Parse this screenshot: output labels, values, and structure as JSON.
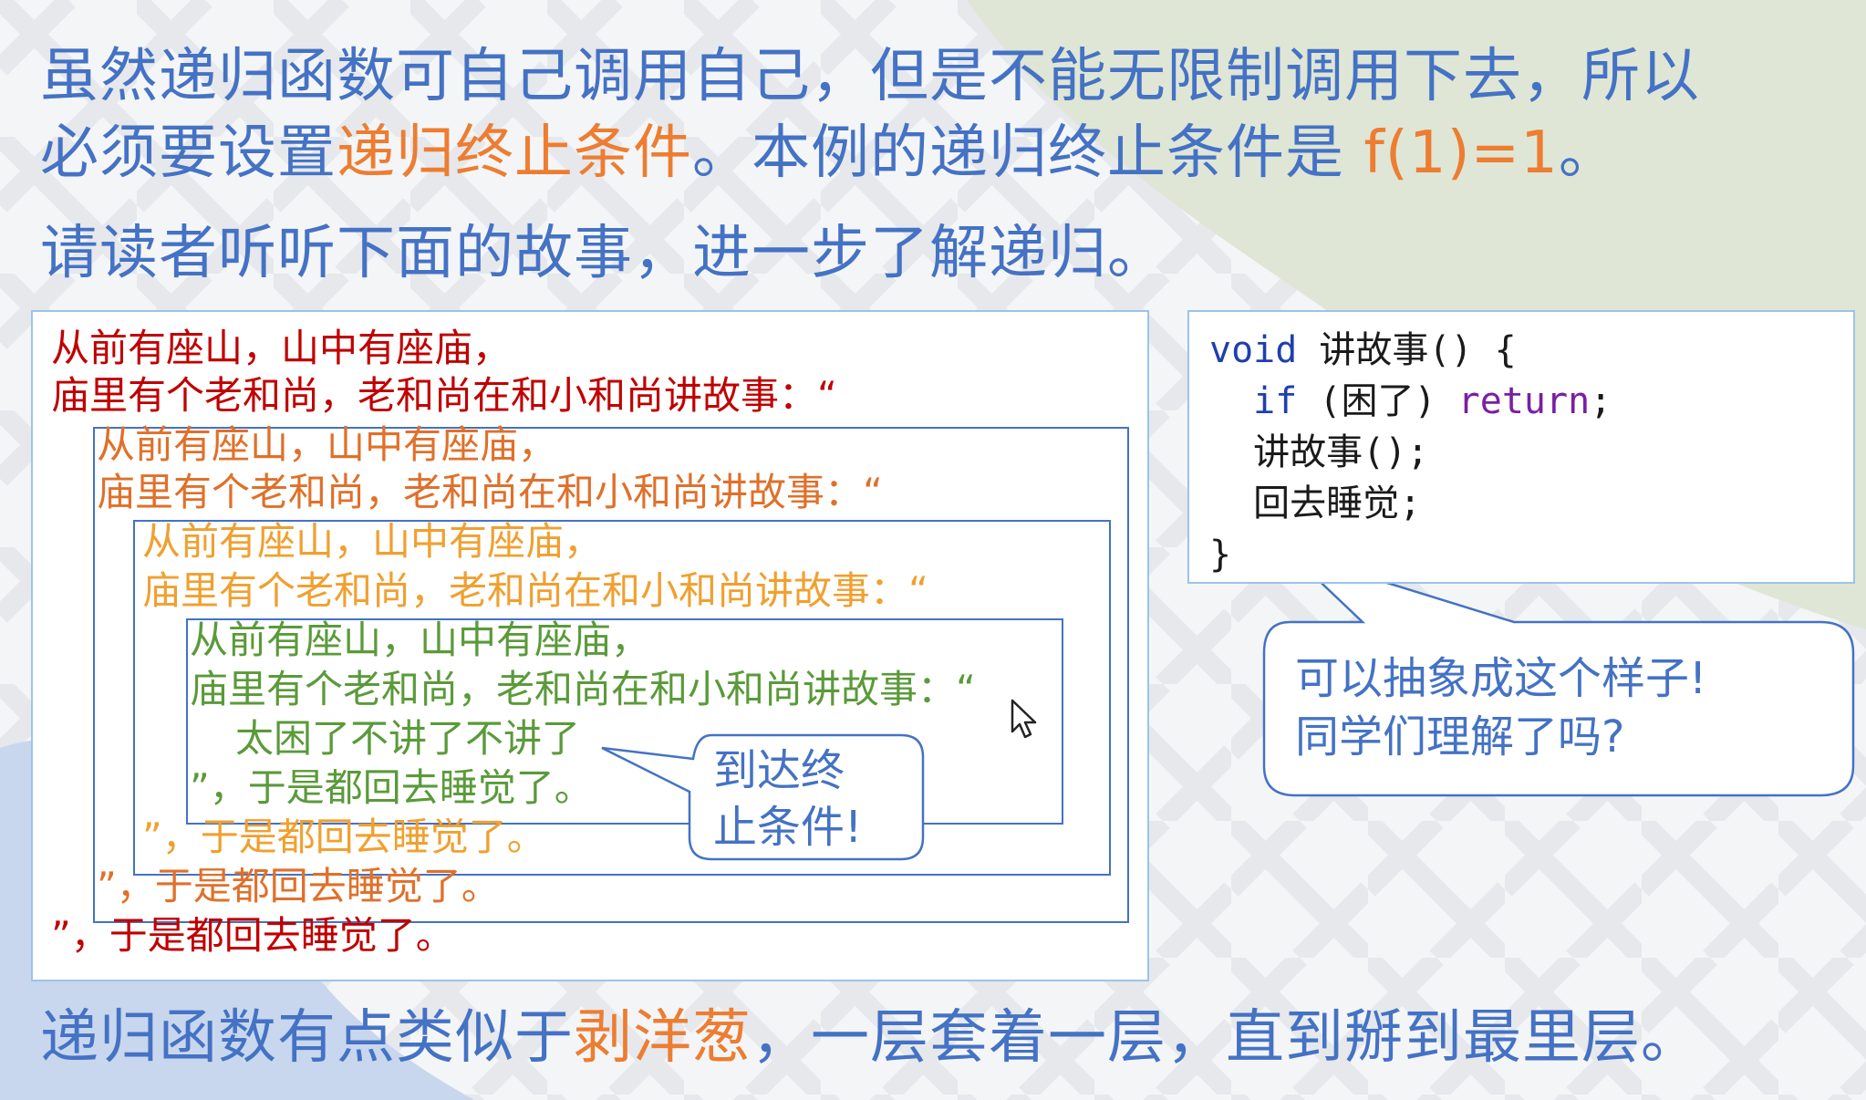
{
  "intro": {
    "line1": "虽然递归函数可自己调用自己，但是不能无限制调用下去，所以",
    "line2_pre": "必须要设置",
    "line2_hl": "递归终止条件",
    "line2_mid": "。本例的递归终止条件是 ",
    "line2_code": "f(1)=1",
    "line2_end": "。",
    "line3": "请读者听听下面的故事，进一步了解递归。"
  },
  "story": {
    "l1_a": "从前有座山，山中有座庙，",
    "l1_b": "庙里有个老和尚，老和尚在和小和尚讲故事：“",
    "l2_a": "从前有座山，山中有座庙，",
    "l2_b": "庙里有个老和尚，老和尚在和小和尚讲故事：“",
    "l3_a": "从前有座山，山中有座庙，",
    "l3_b": "庙里有个老和尚，老和尚在和小和尚讲故事：“",
    "l4_a": "从前有座山，山中有座庙，",
    "l4_b": "庙里有个老和尚，老和尚在和小和尚讲故事：“",
    "l4_c": "太困了不讲了不讲了",
    "l4_end": "”，于是都回去睡觉了。",
    "l3_end": "”，于是都回去睡觉了。",
    "l2_end": "”，于是都回去睡觉了。",
    "l1_end": "”，于是都回去睡觉了。"
  },
  "callout_terminate": {
    "line1": "到达终",
    "line2": "止条件!"
  },
  "code": {
    "line1_kw": "void",
    "line1_rest": " 讲故事() {",
    "line2_indent": "  ",
    "line2_kw": "if",
    "line2_mid": " (困了) ",
    "line2_ret": "return",
    "line2_end": ";",
    "line3": "  讲故事();",
    "line4": "  回去睡觉;",
    "line5": "}"
  },
  "callout_abstract": {
    "line1": "可以抽象成这个样子!",
    "line2": "同学们理解了吗?"
  },
  "conclusion": {
    "pre": "递归函数有点类似于",
    "hl": "剥洋葱",
    "post": "，一层套着一层，直到掰到最里层。"
  },
  "colors": {
    "text_blue": "#4472c4",
    "highlight_orange": "#ed7d31",
    "level1": "#c00000",
    "level2": "#e0702a",
    "level3": "#f0a030",
    "level4": "#5a9a3a"
  },
  "icons": {
    "cursor": "mouse-pointer-icon"
  }
}
